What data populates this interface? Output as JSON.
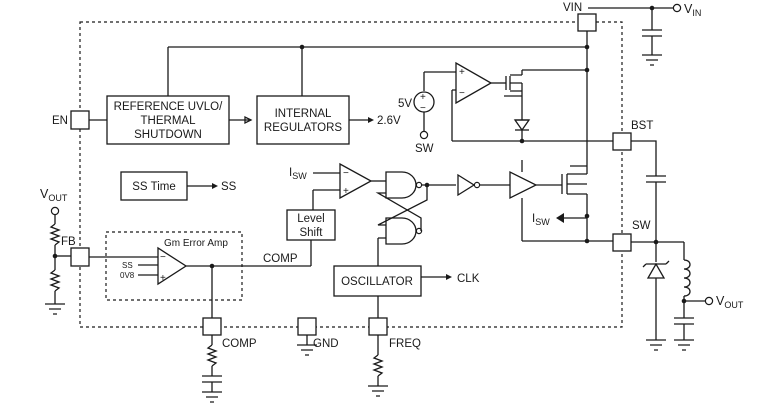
{
  "pins": {
    "vin": "VIN",
    "en": "EN",
    "bst": "BST",
    "sw": "SW",
    "comp": "COMP",
    "gnd": "GND",
    "freq": "FREQ"
  },
  "blocks": {
    "reference_line1": "REFERENCE UVLO/",
    "reference_line2": "THERMAL",
    "reference_line3": "SHUTDOWN",
    "regulators_line1": "INTERNAL",
    "regulators_line2": "REGULATORS",
    "ss_time": "SS Time",
    "level_shift_line1": "Level",
    "level_shift_line2": "Shift",
    "oscillator": "OSCILLATOR",
    "error_amp": "Gm Error Amp"
  },
  "signals": {
    "v_2v6": "2.6V",
    "v_5v": "5V",
    "sw_ref": "SW",
    "ss": "SS",
    "clk": "CLK",
    "comp_net": "COMP",
    "fb": "FB",
    "amp_in_ss": "SS",
    "amp_in_0v8": "0V8",
    "isw_label_top": {
      "base": "I",
      "sub": "SW"
    },
    "isw_label_bottom": {
      "base": "I",
      "sub": "SW"
    }
  },
  "external": {
    "vin": {
      "base": "V",
      "sub": "IN"
    },
    "vout_left": {
      "base": "V",
      "sub": "OUT"
    },
    "vout_right": {
      "base": "V",
      "sub": "OUT"
    }
  },
  "amp_signs": {
    "plus": "+",
    "minus": "−"
  }
}
